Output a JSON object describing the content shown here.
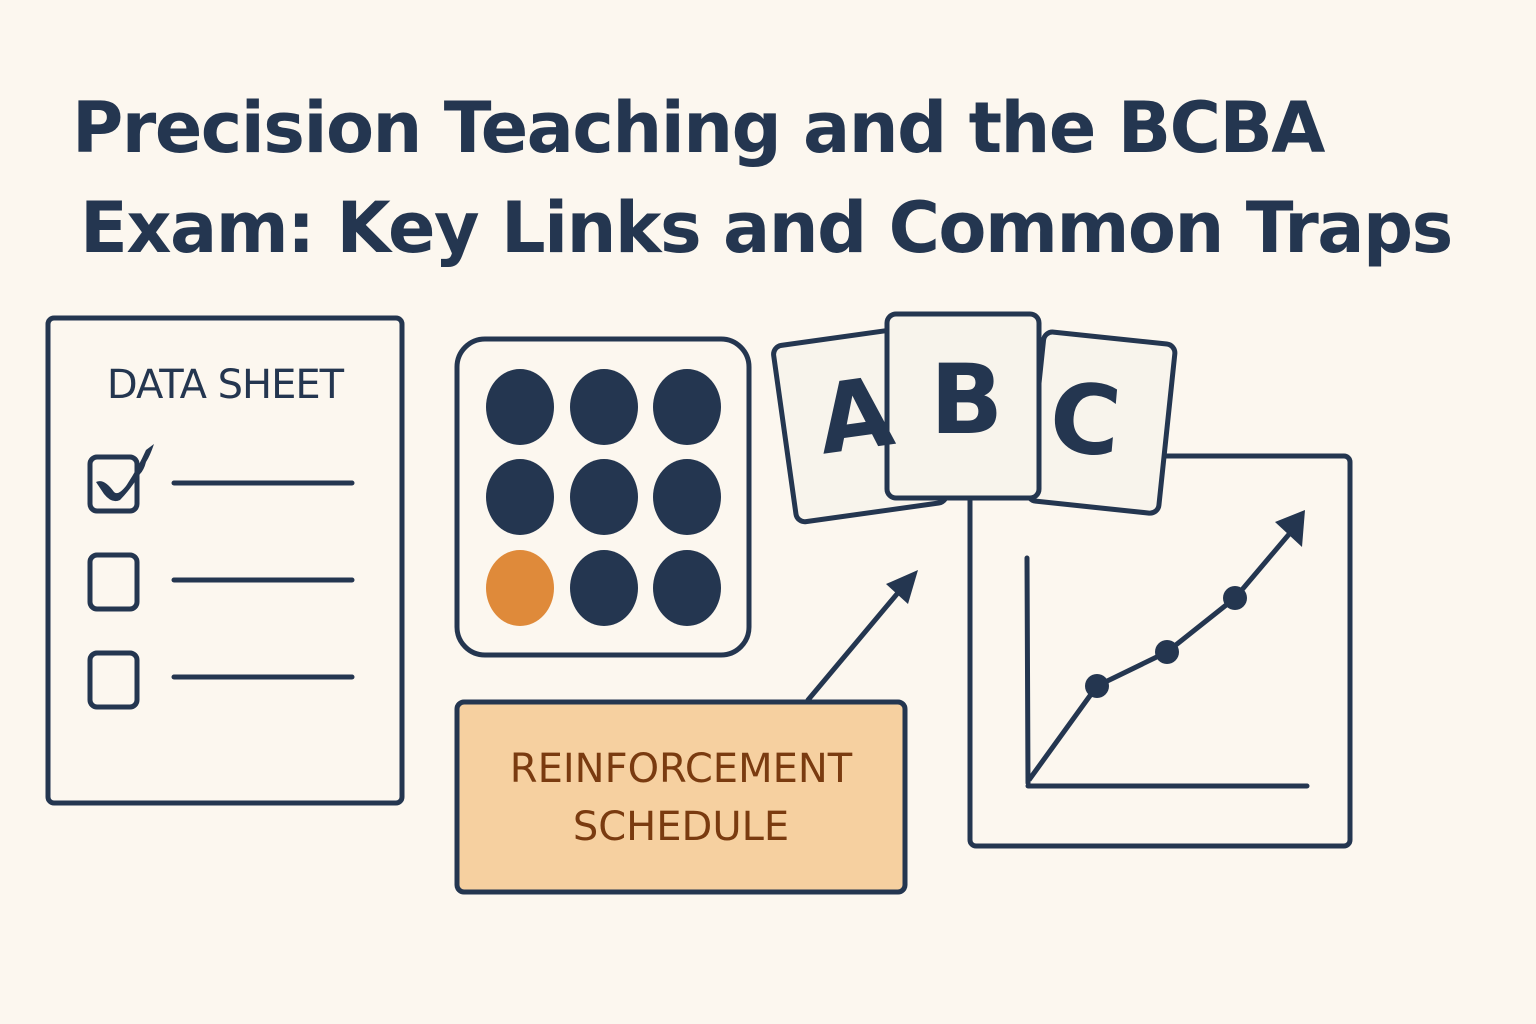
{
  "title": {
    "line1": "Precision Teaching and the BCBA",
    "line2": "Exam: Key Links and Common Traps"
  },
  "data_sheet": {
    "heading": "DATA SHEET",
    "items": [
      {
        "checked": true
      },
      {
        "checked": false
      },
      {
        "checked": false
      }
    ]
  },
  "dot_grid": {
    "rows": 3,
    "cols": 3,
    "highlight_index": 6,
    "dot_color": "#243650",
    "highlight_color": "#df8a3a"
  },
  "letter_cards": {
    "letters": [
      "A",
      "B",
      "C"
    ]
  },
  "reinforcement_box": {
    "line1": "REINFORCEMENT",
    "line2": "SCHEDULE",
    "fill": "#f6d0a0",
    "text_color": "#7a3b10"
  },
  "progress_chart": {
    "points": 3,
    "trend": "increasing"
  },
  "colors": {
    "background": "#fcf7ef",
    "ink": "#243650",
    "accent": "#df8a3a"
  }
}
